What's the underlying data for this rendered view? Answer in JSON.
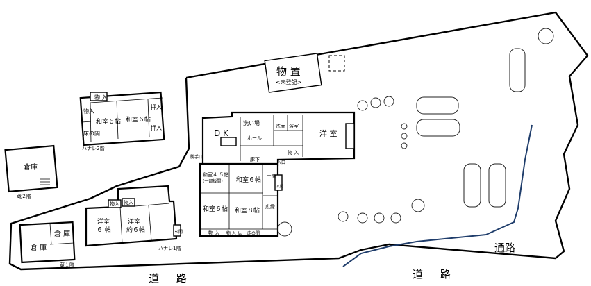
{
  "shed_title": "物 置",
  "shed_note": "<未登記>",
  "main_house": {
    "dk": "D K",
    "wash_area": "洗い場",
    "hall": "ホール",
    "washroom": "洗面",
    "bathroom": "浴室",
    "western_room": "洋 室",
    "closet": "物 入",
    "hallway": "廊下",
    "entrance": "入口",
    "service_door": "勝手口",
    "room_45": "和室４.５帖",
    "room_45_note": "(一部板間)",
    "room_6a": "和室６帖",
    "room_6b": "和室６帖",
    "room_8": "和室８帖",
    "doma": "土間",
    "genkan": "玄関",
    "hiroen": "広縁",
    "closet_b1": "物 入",
    "closet_b2": "物 入",
    "closet_b3": "仏",
    "tokonoma": "床の間"
  },
  "annex_2f": {
    "closet_top": "物 入",
    "closet_left": "物入",
    "tokonoma": "床の間",
    "room_left": "和室６帖",
    "room_right": "和室６帖",
    "oshiire1": "押入",
    "oshiire2": "押入",
    "caption": "ハナレ2階"
  },
  "annex_1f": {
    "closet_a": "物入",
    "closet_b": "物入",
    "room_left": "洋室",
    "room_left_size": "６ 帖",
    "room_right": "洋室",
    "room_right_size": "約６帖",
    "genkan": "玄関",
    "caption": "ハナレ1階"
  },
  "warehouse_2f": {
    "name": "倉庫",
    "caption": "蔵２階"
  },
  "warehouse_1f": {
    "name_a": "倉 庫",
    "name_b": "倉 庫",
    "caption": "蔵１階"
  },
  "roads": {
    "road_left": "道 路",
    "road_right": "道 路",
    "passage": "通路"
  },
  "colors": {
    "line": "#000000",
    "passage_line": "#1f3d6b"
  }
}
